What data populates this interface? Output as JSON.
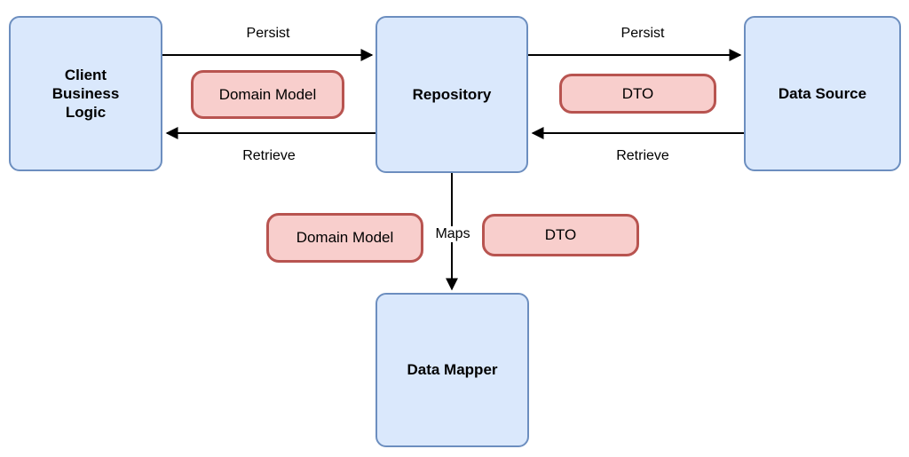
{
  "colors": {
    "background": "#ffffff",
    "node_fill": "#dae8fc",
    "node_border": "#6c8ebf",
    "pill_fill": "#f8cecc",
    "pill_border": "#b85450",
    "arrow": "#000000",
    "label_text": "#000000"
  },
  "nodes": {
    "client": {
      "label": "Client\nBusiness\nLogic"
    },
    "repository": {
      "label": "Repository"
    },
    "data_source": {
      "label": "Data Source"
    },
    "data_mapper": {
      "label": "Data Mapper"
    }
  },
  "pills": {
    "domain_model_top": {
      "label": "Domain Model"
    },
    "dto_top": {
      "label": "DTO"
    },
    "domain_model_bottom": {
      "label": "Domain Model"
    },
    "dto_bottom": {
      "label": "DTO"
    }
  },
  "edges": {
    "persist_left": {
      "label": "Persist",
      "from": "client",
      "to": "repository"
    },
    "retrieve_left": {
      "label": "Retrieve",
      "from": "repository",
      "to": "client"
    },
    "persist_right": {
      "label": "Persist",
      "from": "repository",
      "to": "data_source"
    },
    "retrieve_right": {
      "label": "Retrieve",
      "from": "data_source",
      "to": "repository"
    },
    "maps": {
      "label": "Maps",
      "from": "repository",
      "to": "data_mapper"
    }
  }
}
